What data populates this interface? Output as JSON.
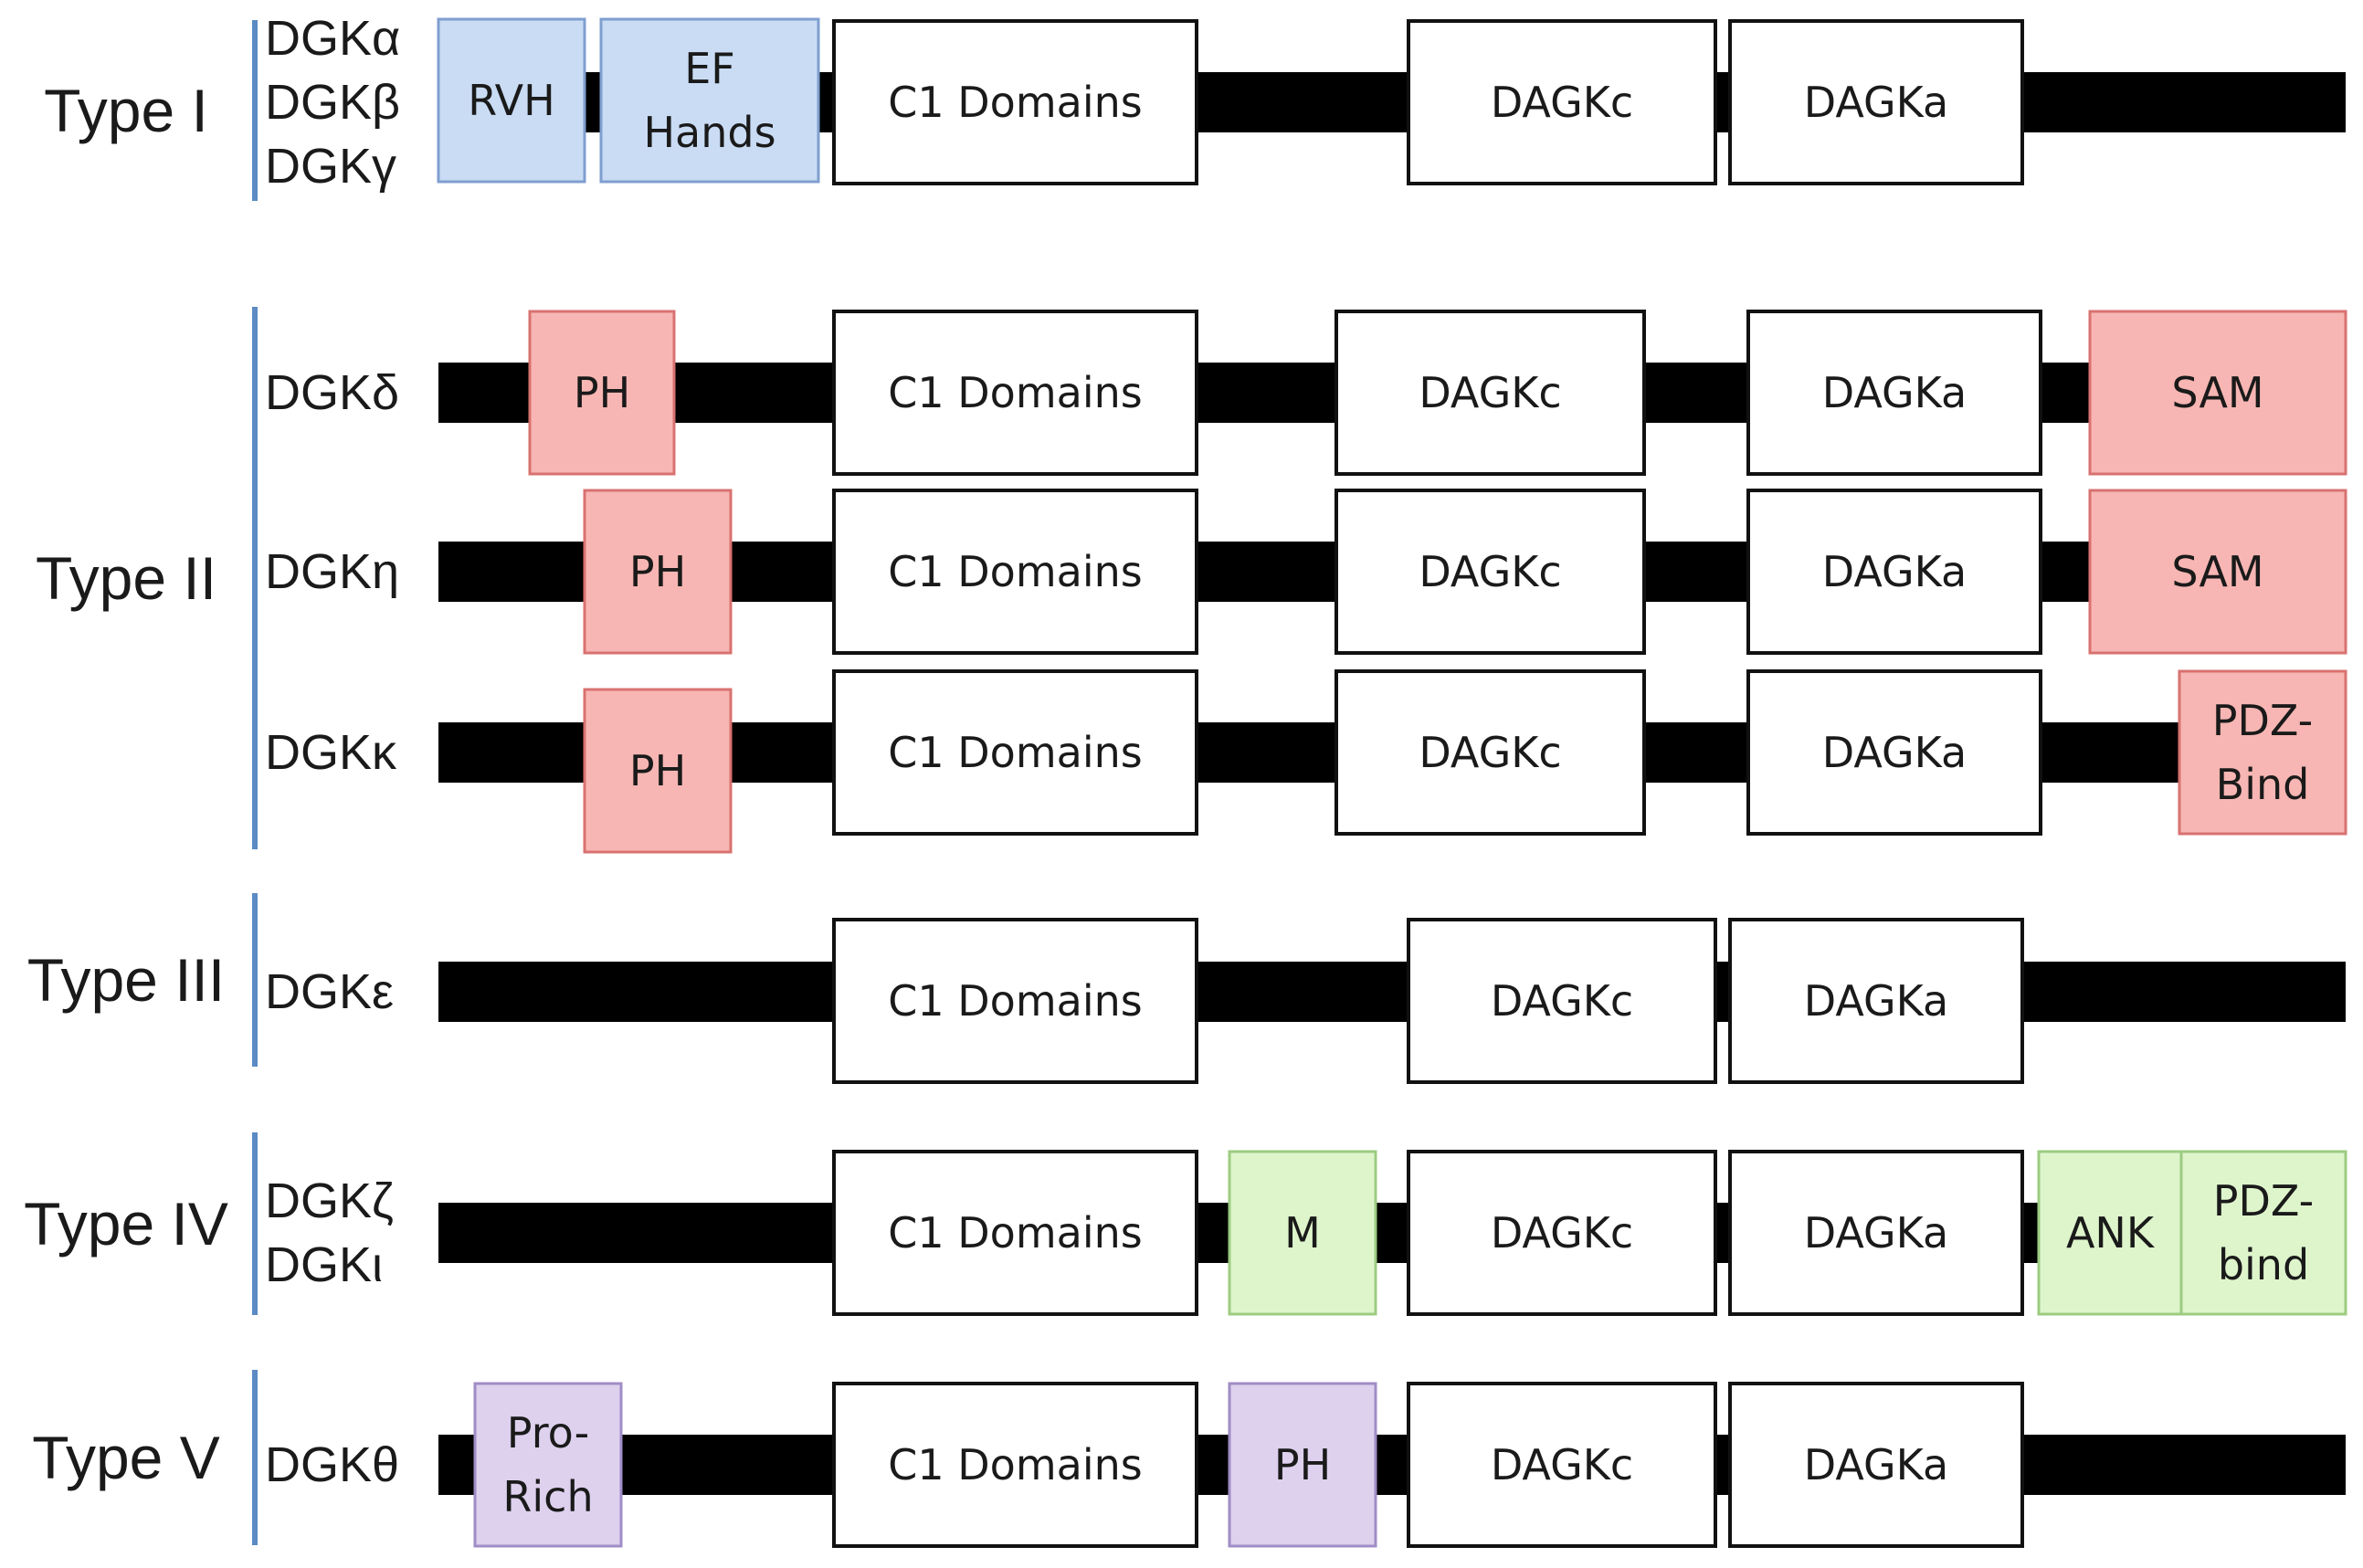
{
  "colors": {
    "backbone": "#000000",
    "divider": "#5b8ac4",
    "core": "#ffffff",
    "core_stroke": "#111111",
    "blue": "#c9dcf4",
    "blue_stroke": "#7f9fd0",
    "red": "#f7b6b3",
    "red_stroke": "#d87270",
    "green": "#def5cc",
    "green_stroke": "#9ccc80",
    "purple": "#ddd1ee",
    "purple_stroke": "#a08cc6"
  },
  "groups": [
    {
      "type_label": "Type I",
      "rows": [
        {
          "isoforms": [
            "DGKα",
            "DGKβ",
            "DGKγ"
          ],
          "domains": [
            {
              "label": [
                "RVH"
              ],
              "color": "blue"
            },
            {
              "label": [
                "EF",
                "Hands"
              ],
              "color": "blue"
            },
            {
              "label": [
                "C1 Domains"
              ],
              "color": "core"
            },
            {
              "label": [
                "DAGKc"
              ],
              "color": "core"
            },
            {
              "label": [
                "DAGKa"
              ],
              "color": "core"
            }
          ]
        }
      ]
    },
    {
      "type_label": "Type II",
      "rows": [
        {
          "isoforms": [
            "DGKδ"
          ],
          "domains": [
            {
              "label": [
                "PH"
              ],
              "color": "red"
            },
            {
              "label": [
                "C1 Domains"
              ],
              "color": "core"
            },
            {
              "label": [
                "DAGKc"
              ],
              "color": "core"
            },
            {
              "label": [
                "DAGKa"
              ],
              "color": "core"
            },
            {
              "label": [
                "SAM"
              ],
              "color": "red"
            }
          ]
        },
        {
          "isoforms": [
            "DGKη"
          ],
          "domains": [
            {
              "label": [
                "PH"
              ],
              "color": "red"
            },
            {
              "label": [
                "C1 Domains"
              ],
              "color": "core"
            },
            {
              "label": [
                "DAGKc"
              ],
              "color": "core"
            },
            {
              "label": [
                "DAGKa"
              ],
              "color": "core"
            },
            {
              "label": [
                "SAM"
              ],
              "color": "red"
            }
          ]
        },
        {
          "isoforms": [
            "DGKκ"
          ],
          "domains": [
            {
              "label": [
                "PH"
              ],
              "color": "red"
            },
            {
              "label": [
                "C1 Domains"
              ],
              "color": "core"
            },
            {
              "label": [
                "DAGKc"
              ],
              "color": "core"
            },
            {
              "label": [
                "DAGKa"
              ],
              "color": "core"
            },
            {
              "label": [
                "PDZ-",
                "Bind"
              ],
              "color": "red"
            }
          ]
        }
      ]
    },
    {
      "type_label": "Type III",
      "rows": [
        {
          "isoforms": [
            "DGKε"
          ],
          "domains": [
            {
              "label": [
                "C1 Domains"
              ],
              "color": "core"
            },
            {
              "label": [
                "DAGKc"
              ],
              "color": "core"
            },
            {
              "label": [
                "DAGKa"
              ],
              "color": "core"
            }
          ]
        }
      ]
    },
    {
      "type_label": "Type IV",
      "rows": [
        {
          "isoforms": [
            "DGKζ",
            "DGKι"
          ],
          "domains": [
            {
              "label": [
                "C1 Domains"
              ],
              "color": "core"
            },
            {
              "label": [
                "M"
              ],
              "color": "green"
            },
            {
              "label": [
                "DAGKc"
              ],
              "color": "core"
            },
            {
              "label": [
                "DAGKa"
              ],
              "color": "core"
            },
            {
              "label": [
                "ANK"
              ],
              "color": "green"
            },
            {
              "label": [
                "PDZ-",
                "bind"
              ],
              "color": "green"
            }
          ]
        }
      ]
    },
    {
      "type_label": "Type V",
      "rows": [
        {
          "isoforms": [
            "DGKθ"
          ],
          "domains": [
            {
              "label": [
                "Pro-",
                "Rich"
              ],
              "color": "purple"
            },
            {
              "label": [
                "C1 Domains"
              ],
              "color": "core"
            },
            {
              "label": [
                "PH"
              ],
              "color": "purple"
            },
            {
              "label": [
                "DAGKc"
              ],
              "color": "core"
            },
            {
              "label": [
                "DAGKa"
              ],
              "color": "core"
            }
          ]
        }
      ]
    }
  ]
}
